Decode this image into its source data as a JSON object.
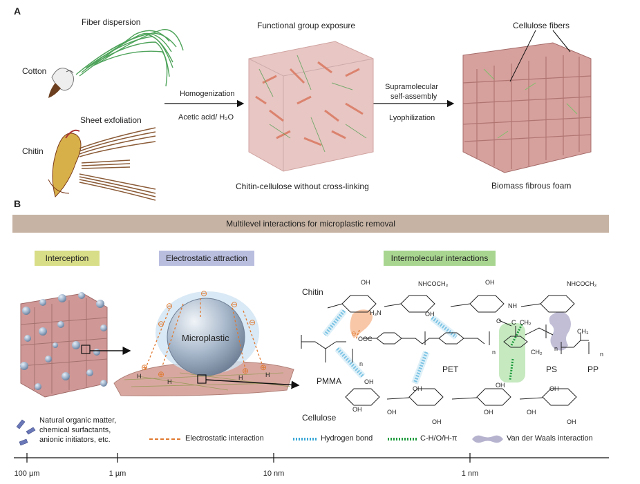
{
  "panel_a": {
    "label": "A",
    "fiber_dispersion": "Fiber dispersion",
    "cotton": "Cotton",
    "sheet_exfoliation": "Sheet exfoliation",
    "chitin": "Chitin",
    "homogenization": "Homogenization",
    "acetic_acid": "Acetic acid/ H₂O",
    "functional_group_exposure": "Functional group exposure",
    "chitin_cellulose": "Chitin-cellulose without cross-linking",
    "supramolecular": "Supramolecular",
    "self_assembly": "self-assembly",
    "lyophilization": "Lyophilization",
    "cellulose_fibers": "Cellulose fibers",
    "biomass_foam": "Biomass fibrous foam"
  },
  "panel_b": {
    "label": "B",
    "banner": "Multilevel interactions for microplastic removal",
    "interception": "Interception",
    "electrostatic_attraction": "Electrostatic attraction",
    "intermolecular_interactions": "Intermolecular interactions",
    "microplastic": "Microplastic",
    "chitin": "Chitin",
    "cellulose": "Cellulose",
    "pmma": "PMMA",
    "pet": "PET",
    "ps": "PS",
    "pp": "PP",
    "oh": "OH",
    "nhcoch3": "NHCOCH₃",
    "h3n": "H₃N",
    "ooc": "OOC",
    "ch2": "CH₂",
    "ch3": "CH₃",
    "nh": "NH",
    "c": "C",
    "o": "O",
    "h": "H",
    "n": "n",
    "minus": "⊖",
    "plus": "⊕"
  },
  "legend": {
    "nom_line1": "Natural organic matter,",
    "nom_line2": "chemical surfactants,",
    "nom_line3": "anionic initiators, etc.",
    "electrostatic": "Electrostatic interaction",
    "hydrogen": "Hydrogen bond",
    "chpi": "C-H/O/H-π",
    "vdw": "Van der Waals interaction"
  },
  "scale": {
    "ticks": [
      "100 µm",
      "1 µm",
      "10 nm",
      "1 nm"
    ]
  },
  "colors": {
    "banner": "#c7b3a3",
    "interception_tag": "#d8dd87",
    "electrostatic_tag": "#b9bedf",
    "intermolecular_tag": "#a8d690",
    "foam": "#d49a98",
    "sphere": "#a9bcd3",
    "electrostatic_line": "#e0782e",
    "hydrogen_line": "#3aa7d6",
    "chpi_line": "#1e9b3d",
    "vdw": "#b6b3cf"
  }
}
